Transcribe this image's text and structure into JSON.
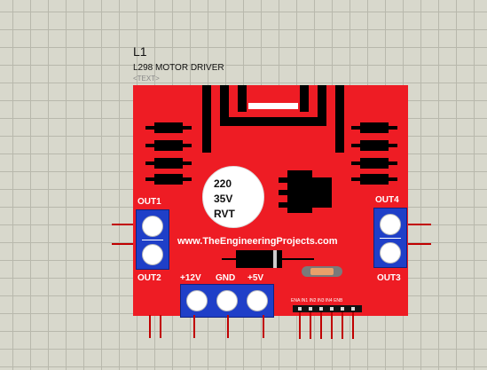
{
  "component": {
    "reference": "L1",
    "value": "L298 MOTOR DRIVER",
    "text_placeholder": "<TEXT>"
  },
  "board": {
    "color": "#ee1c24",
    "capacitor_lines": [
      "220",
      "35V",
      "RVT"
    ],
    "website": "www.TheEngineeringProjects.com",
    "terminals": {
      "out1": "OUT1",
      "out2": "OUT2",
      "out3": "OUT3",
      "out4": "OUT4",
      "v12": "+12V",
      "gnd": "GND",
      "v5": "+5V"
    },
    "header_pins": "ENA IN1 IN2 IN3 IN4 ENB"
  }
}
